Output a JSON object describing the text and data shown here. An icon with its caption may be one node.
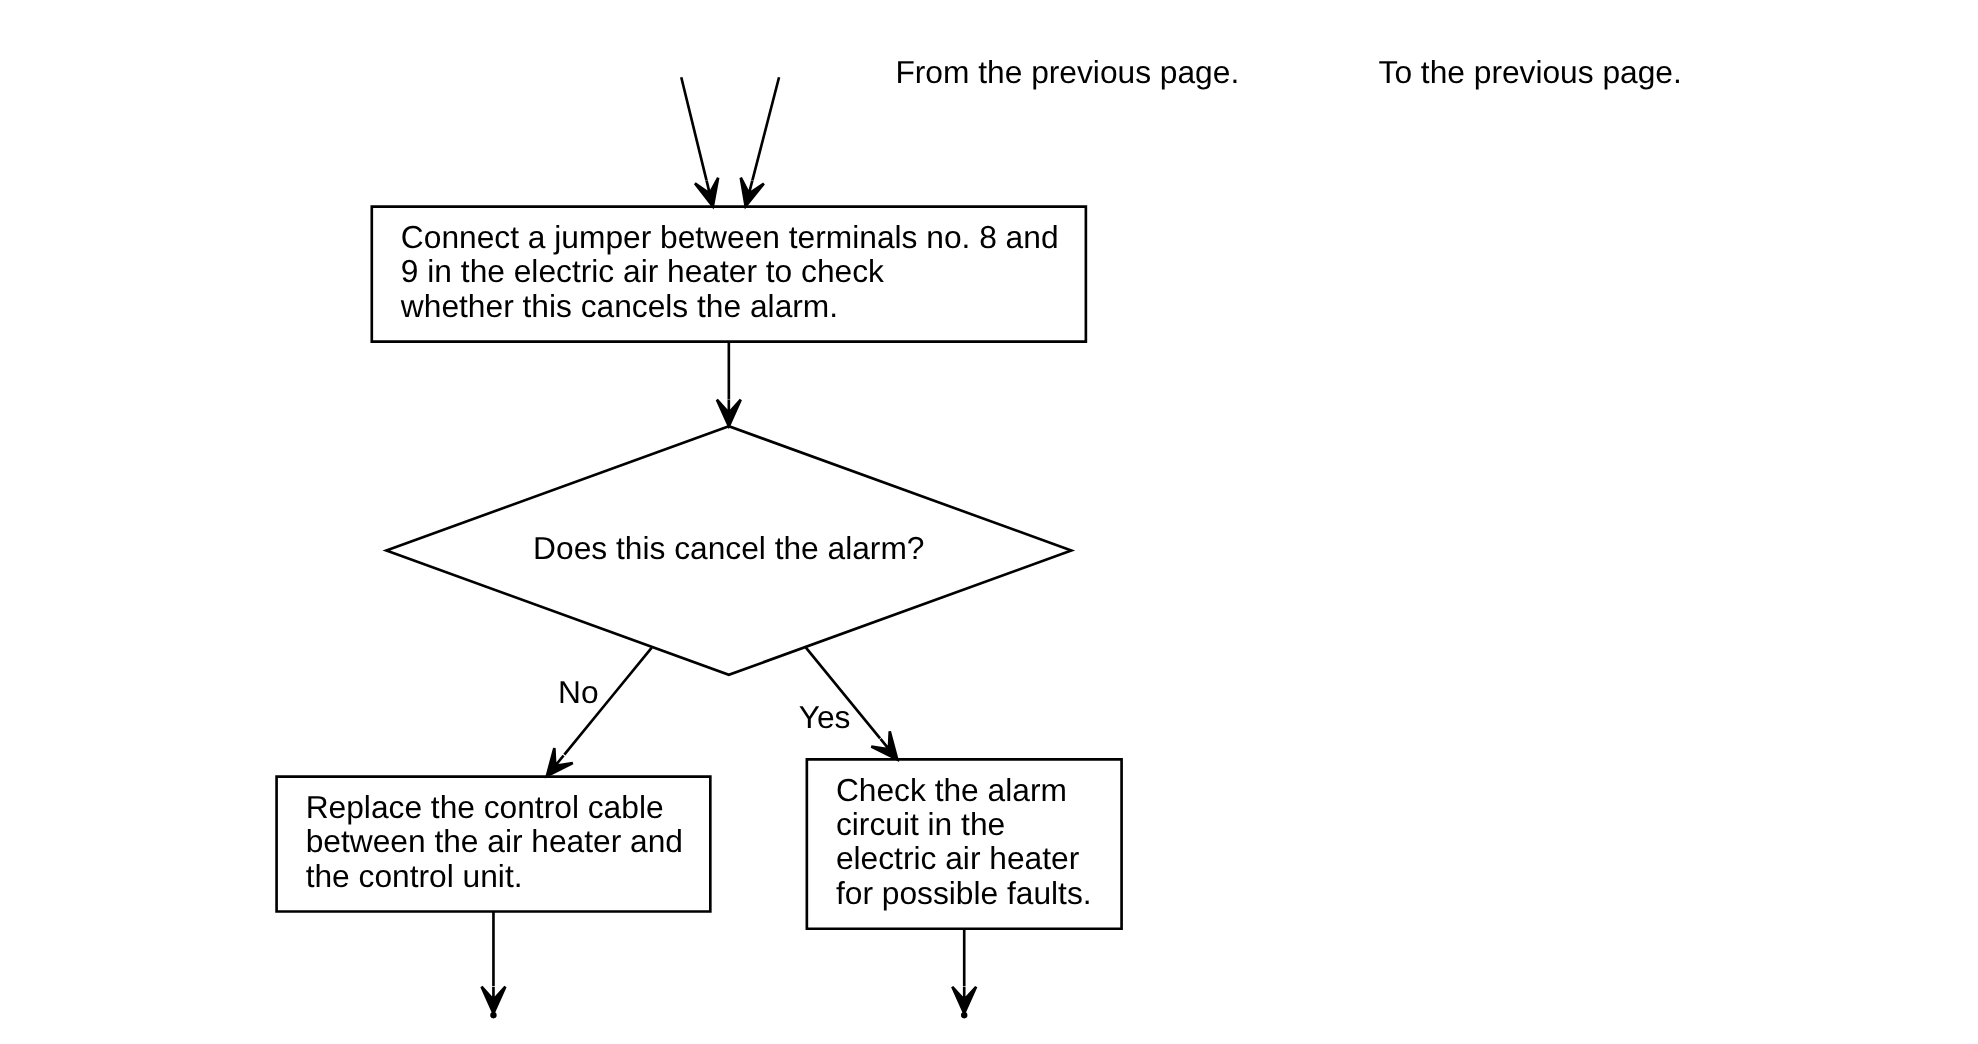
{
  "diagram": {
    "nodes": [
      {
        "text": [
          "Connect a jumper between terminals no. 8 and 9 in the electric air heater to check whether this cancels the alarm."
        ]
      },
      {
        "text": [
          "Does this cancel the alarm?"
        ]
      },
      {
        "text": [
          "Replace the control cable between the air heater and the control unit."
        ]
      },
      {
        "text": [
          "Check the alarm circuit in the electric air heater for possible faults."
        ]
      }
    ],
    "edges": [
      {
        "from": null,
        "to": 0,
        "arrow": "to"
      },
      {
        "from": null,
        "to": 0,
        "arrow": "to"
      },
      {
        "from": 0,
        "to": 1,
        "arrow": "to"
      },
      {
        "from": 1,
        "to": 2,
        "arrow": "to",
        "label": "No"
      },
      {
        "from": 1,
        "to": 3,
        "arrow": "to",
        "label": "Yes"
      },
      {
        "from": 2,
        "to": null,
        "arrow": "to"
      },
      {
        "from": 3,
        "to": null,
        "arrow": "to"
      }
    ],
    "labels": [
      "From the previous page.",
      "To the previous page."
    ]
  }
}
